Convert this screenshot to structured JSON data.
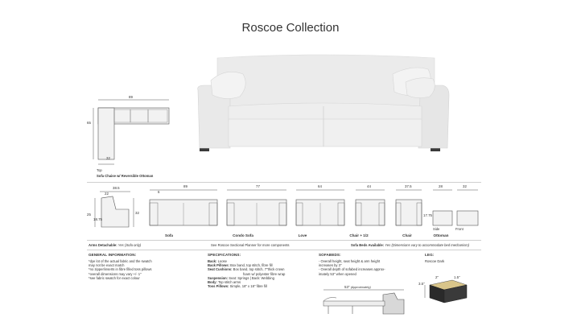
{
  "title": "Roscoe Collection",
  "chaise": {
    "width_dim": "89",
    "depth_dim": "65",
    "seat_dim": "32",
    "top_label": "Top",
    "caption": "Sofa Chaise w/ Reversible Ottoman"
  },
  "side_view": {
    "top_dim": "38.5",
    "inner_dim": "22",
    "height_dim": "25",
    "seat_h_dim": "18.75",
    "depth_dim": "32"
  },
  "pieces": [
    {
      "label": "Sofa",
      "dim": "89"
    },
    {
      "label": "Condo Sofa",
      "dim": "77"
    },
    {
      "label": "Love",
      "dim": "64"
    },
    {
      "label": "Chair + 1/2",
      "dim": "44"
    },
    {
      "label": "Chair",
      "dim": "37.5"
    },
    {
      "label": "Ottoman",
      "dim": "28"
    }
  ],
  "ottoman_extra": {
    "dim": "32",
    "height_dim": "17.75",
    "side_label": "Side",
    "front_label": "Front"
  },
  "arm_dim": "6",
  "bar": {
    "arms": "Arms Detachable:",
    "arms_val": "Yes (Sofa only)",
    "planner": "See Roscoe Sectional Planner for more components",
    "sofabed": "Sofa Beds Available:",
    "sofabed_val": "Yes (Dimensions vary to accommodate bed mechanism)"
  },
  "general": {
    "header": "GENERAL INFORMATION:",
    "lines": [
      "*dye lot of the actual fabric and the swatch",
      "  may not be exact match",
      "*no zipper/inserts in fibre filled toss pillows",
      "*overall dimensions may vary +/- 1\"",
      "*see fabric swatch for exact colour"
    ]
  },
  "specs": {
    "header": "SPECIFICATIONS:",
    "items": [
      {
        "k": "Back:",
        "v": " Loose"
      },
      {
        "k": "Back Pillows:",
        "v": " Box band, top stitch, fibre fill"
      },
      {
        "k": "Seat Cushions:",
        "v": " Box band, top stitch, 7\"thick crown"
      },
      {
        "k": "",
        "v": "foam w/ polyester fibre wrap"
      },
      {
        "k": "Suspension:",
        "v": " Seat: Springs  |  Back: Webbing"
      },
      {
        "k": "Body:",
        "v": " Top stitch arms"
      },
      {
        "k": "Toss Pillows:",
        "v": " Simple, 18\" x 18\" fibre fill"
      }
    ]
  },
  "sofabeds": {
    "header": "SOFABEDS:",
    "lines": [
      "- Overall height, seat height & arm height",
      "  increases by 3\"",
      "- Overall depth of sofabed increases approx-",
      "  imately 53\" when opened"
    ],
    "bed_dim": "53\"",
    "bed_note": "(Approximately)"
  },
  "leg": {
    "header": "LEG:",
    "name": "Roscoe Dark",
    "dim_a": "2\"",
    "dim_b": "1.5\"",
    "dim_c": "3.5\""
  },
  "colors": {
    "leg": "#2a2a2a",
    "line": "#555555",
    "fill": "#f2f2f2"
  }
}
